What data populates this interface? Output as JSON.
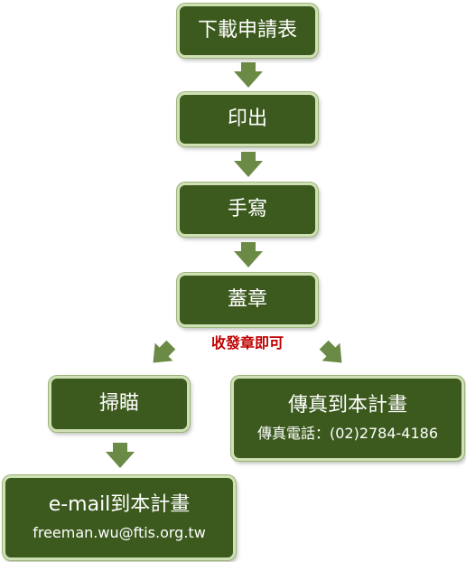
{
  "steps": {
    "download": "下載申請表",
    "print": "印出",
    "handwrite": "手寫",
    "stamp": "蓋章",
    "stamp_note": "收發章即可",
    "scan": "掃瞄",
    "fax": "傳真到本計畫",
    "fax_detail": "傳真電話：(02)2784-4186",
    "email": "e-mail到本計畫",
    "email_detail": "freeman.wu@ftis.org.tw"
  },
  "colors": {
    "box_fill": "#3c5a1e",
    "box_border": "#cfe0b4",
    "arrow": "#6b8a45",
    "note": "#c00000",
    "text": "#ffffff"
  }
}
